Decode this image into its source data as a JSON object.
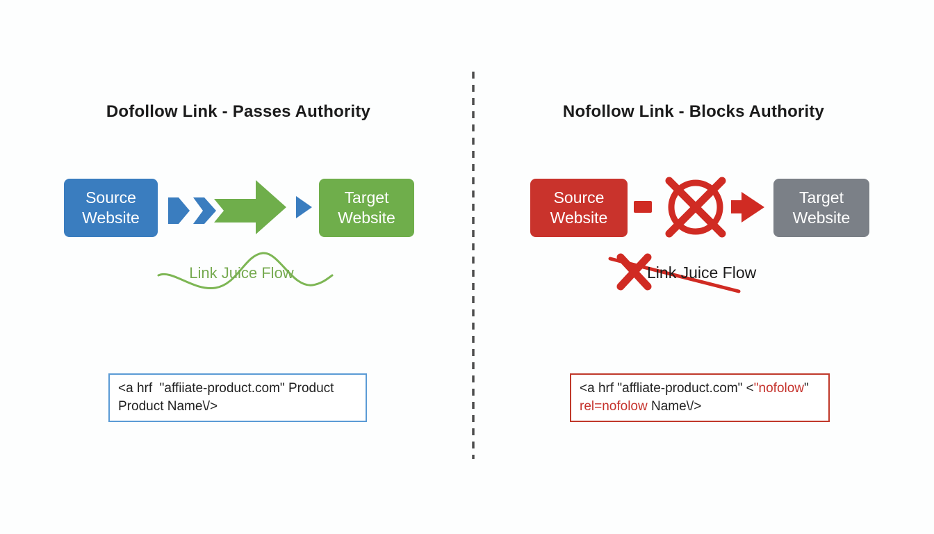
{
  "left": {
    "title": "Dofollow Link - Passes Authority",
    "source_box": {
      "line1": "Source",
      "line2": "Website"
    },
    "target_box": {
      "line1": "Target",
      "line2": "Website"
    },
    "flow_label": "Link Juice Flow",
    "code_line1": "<a hrf  \"affiiate-product.com\" Product",
    "code_line2": "Product Name\\/>"
  },
  "right": {
    "title": "Nofollow Link - Blocks Authority",
    "source_box": {
      "line1": "Source",
      "line2": "Website"
    },
    "target_box": {
      "line1": "Target",
      "line2": "Website"
    },
    "flow_label": "Link Juice Flow",
    "code_line1_black": "<a hrf \"affliate-product.com\" <",
    "code_line1_red": "\"nofolow",
    "code_line1_black2": "\"",
    "code_line2_red": "rel=nofolow",
    "code_line2_black": " Name\\/>"
  },
  "colors": {
    "blue": "#3a7dbf",
    "green": "#6fae4b",
    "green_wave": "#7db654",
    "red_box": "#c9332c",
    "red_shape": "#d02b23",
    "gray": "#7b8087",
    "divider": "#4d4d4d",
    "left_code_border": "#5b9bd5",
    "right_code_border": "#c0392b",
    "code_red": "#c5312b",
    "title_color": "#1b1b1b",
    "green_text": "#76aa50"
  }
}
